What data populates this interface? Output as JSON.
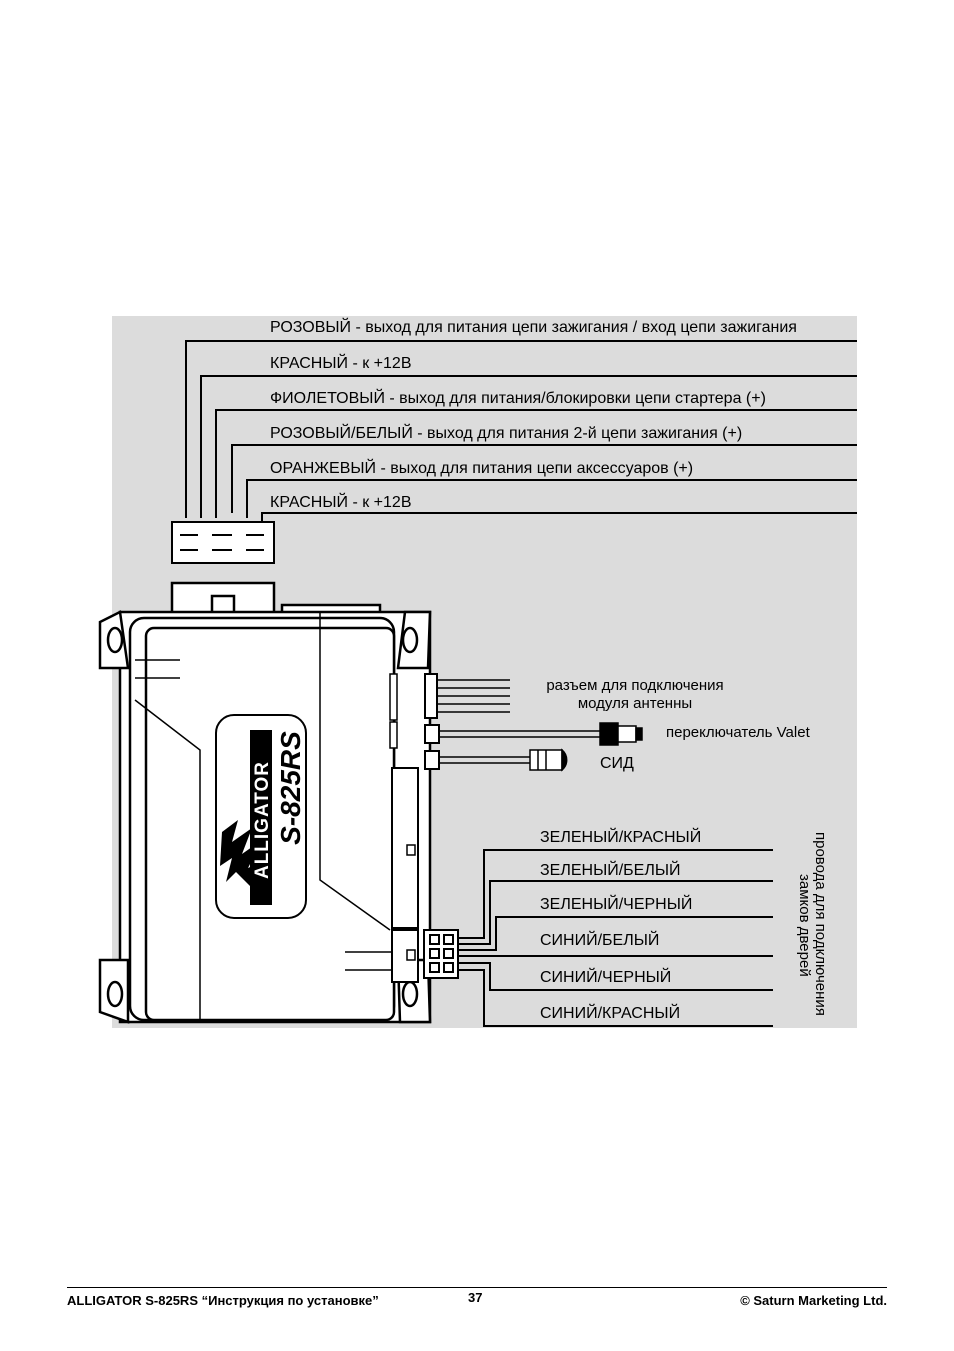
{
  "top_wires": [
    "РОЗОВЫЙ - выход для питания цепи зажигания / вход цепи зажигания",
    "КРАСНЫЙ - к +12В",
    "ФИОЛЕТОВЫЙ - выход для питания/блокировки цепи стартера (+)",
    "РОЗОВЫЙ/БЕЛЫЙ - выход для питания 2-й цепи зажигания (+)",
    "ОРАНЖЕВЫЙ - выход для питания цепи аксессуаров (+)",
    "КРАСНЫЙ - к +12В"
  ],
  "side": {
    "antenna_line1": "разъем для подключения",
    "antenna_line2": "модуля антенны",
    "valet": "переключатель Valet",
    "led": "СИД"
  },
  "door_wires": [
    "ЗЕЛЕНЫЙ/КРАСНЫЙ",
    "ЗЕЛЕНЫЙ/БЕЛЫЙ",
    "ЗЕЛЕНЫЙ/ЧЕРНЫЙ",
    "СИНИЙ/БЕЛЫЙ",
    "СИНИЙ/ЧЕРНЫЙ",
    "СИНИЙ/КРАСНЫЙ"
  ],
  "door_caption_line1": "провода для подключения",
  "door_caption_line2": "замков дверей",
  "device": {
    "brand": "ALLIGATOR",
    "model": "S-825RS"
  },
  "footer": {
    "left": "ALLIGATOR S-825RS “Инструкция по установке”",
    "page": "37",
    "right": "© Saturn Marketing Ltd."
  },
  "colors": {
    "background": "#dcdcdc",
    "line": "#000000"
  }
}
